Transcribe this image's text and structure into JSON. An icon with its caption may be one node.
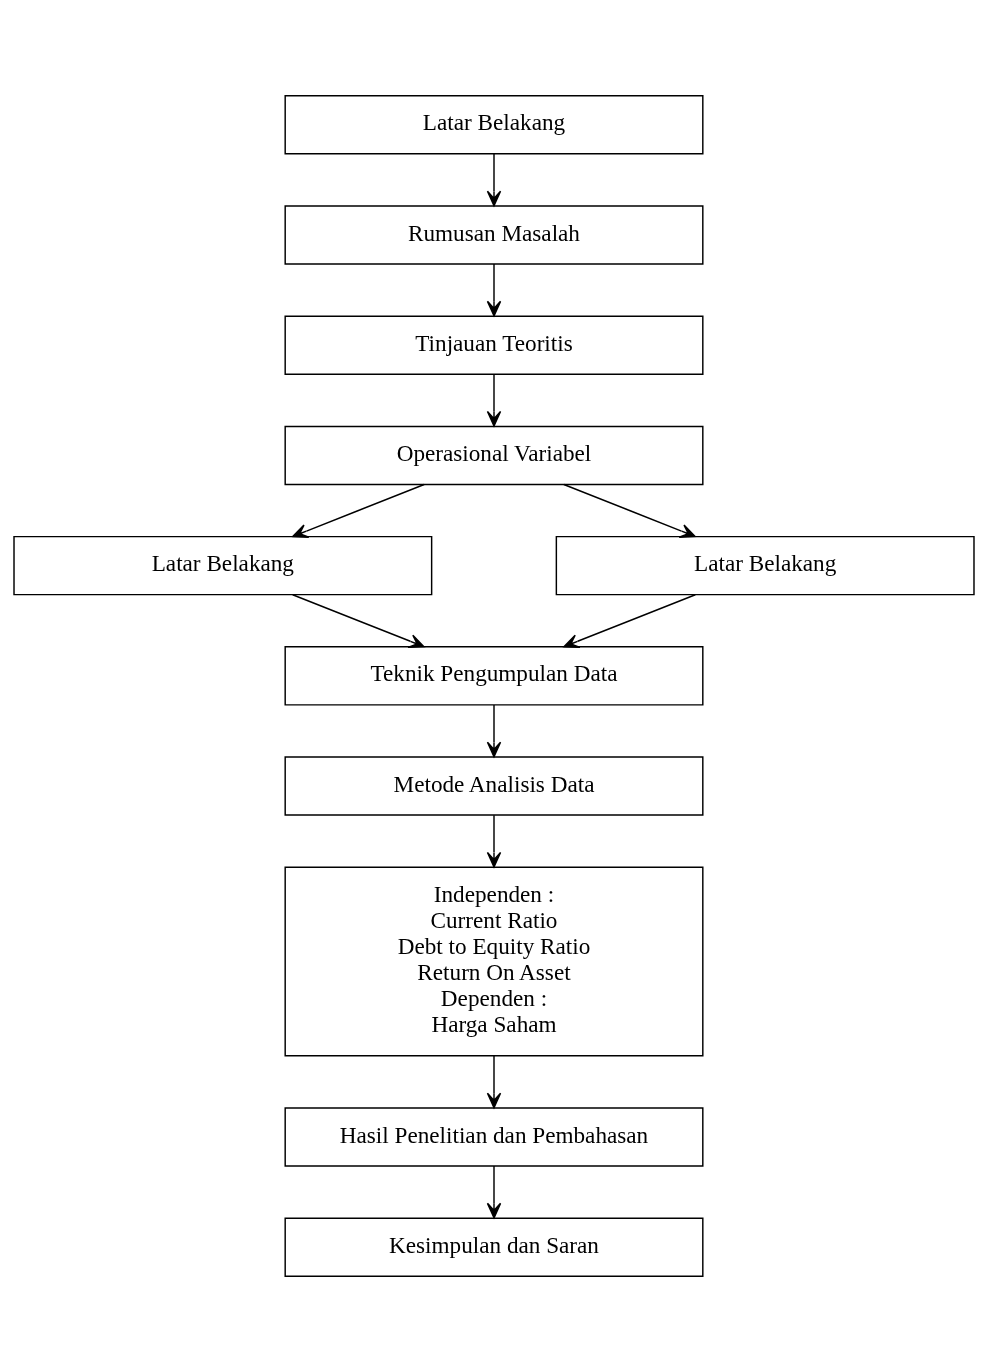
{
  "diagram": {
    "nodes": [
      {
        "text": [
          "Latar Belakang"
        ]
      },
      {
        "text": [
          "Rumusan Masalah"
        ]
      },
      {
        "text": [
          "Tinjauan Teoritis"
        ]
      },
      {
        "text": [
          "Operasional Variabel"
        ]
      },
      {
        "text": [
          "Latar Belakang"
        ]
      },
      {
        "text": [
          "Latar Belakang"
        ]
      },
      {
        "text": [
          "Teknik Pengumpulan Data"
        ]
      },
      {
        "text": [
          "Metode Analisis Data"
        ]
      },
      {
        "text": [
          "Independen :",
          "Current Ratio",
          "Debt to Equity Ratio",
          "Return On Asset",
          "Dependen :",
          "Harga Saham"
        ]
      },
      {
        "text": [
          "Hasil Penelitian dan Pembahasan"
        ]
      },
      {
        "text": [
          "Kesimpulan dan Saran"
        ]
      }
    ],
    "edges": [
      {
        "from": 0,
        "to": 1,
        "arrow": "to"
      },
      {
        "from": 1,
        "to": 2,
        "arrow": "to"
      },
      {
        "from": 2,
        "to": 3,
        "arrow": "to"
      },
      {
        "from": 3,
        "to": 4,
        "arrow": "to"
      },
      {
        "from": 3,
        "to": 5,
        "arrow": "to"
      },
      {
        "from": 4,
        "to": 6,
        "arrow": "to"
      },
      {
        "from": 5,
        "to": 6,
        "arrow": "to"
      },
      {
        "from": 6,
        "to": 7,
        "arrow": "to"
      },
      {
        "from": 7,
        "to": 8,
        "arrow": "to"
      },
      {
        "from": 8,
        "to": 9,
        "arrow": "to"
      },
      {
        "from": 9,
        "to": 10,
        "arrow": "to"
      }
    ]
  }
}
